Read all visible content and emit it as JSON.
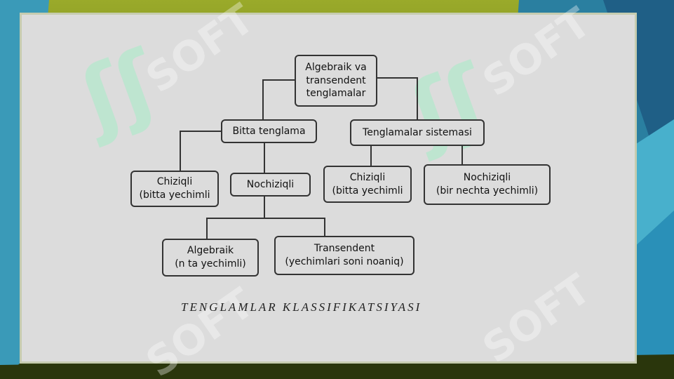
{
  "diagram": {
    "root": "Algebraik va\ntransendent\ntenglamalar",
    "left_branch": "Bitta tenglama",
    "right_branch": "Tenglamalar sistemasi",
    "left_linear": "Chiziqli\n(bitta yechimli",
    "left_nonlinear": "Nochiziqli",
    "right_linear": "Chiziqli\n(bitta yechimli",
    "right_nonlinear": "Nochiziqli\n(bir nechta yechimli)",
    "algebraic": "Algebraik\n(n ta yechimli)",
    "transcendent": "Transendent\n(yechimlari soni noaniq)"
  },
  "caption": "TENGLAMLAR KLASSIFIKATSIYASI",
  "watermark": "SOFT",
  "colors": {
    "slide_bg": "#dcdcdc",
    "teal": "#2a8fb0",
    "olive": "#7a8a20"
  }
}
